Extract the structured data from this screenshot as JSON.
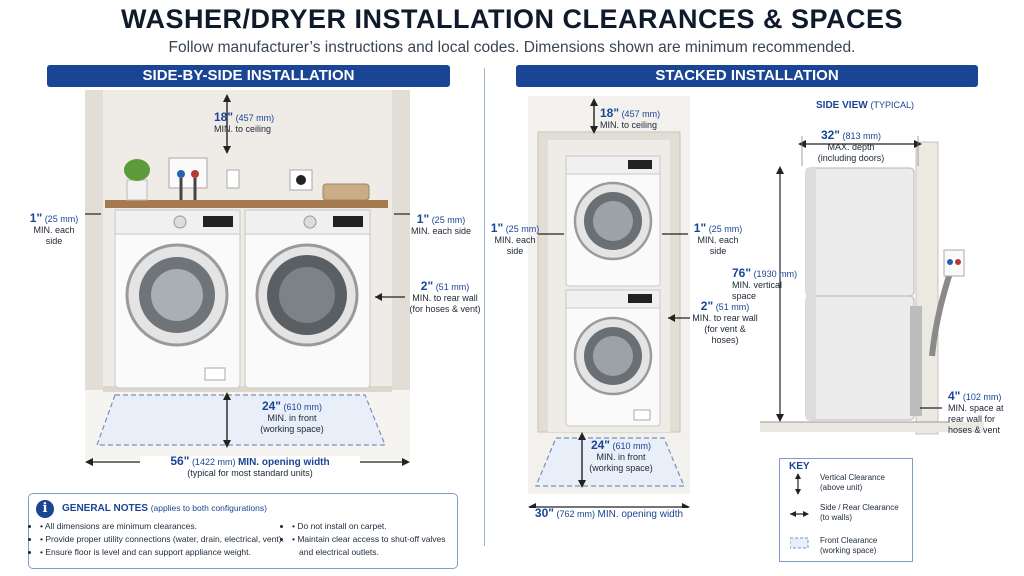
{
  "header": {
    "title": "WASHER/DRYER INSTALLATION CLEARANCES & SPACES",
    "subtitle": "Follow manufacturer’s instructions and local codes. Dimensions shown are minimum recommended."
  },
  "side_by_side": {
    "banner": "SIDE-BY-SIDE INSTALLATION",
    "ceiling": {
      "value": "18\"",
      "mm": "(457 mm)",
      "label": "MIN. to ceiling"
    },
    "left_side": {
      "value": "1\"",
      "mm": "(25 mm)",
      "label": "MIN. each side"
    },
    "right_side": {
      "value": "1\"",
      "mm": "(25 mm)",
      "label": "MIN. each side"
    },
    "rear": {
      "value": "2\"",
      "mm": "(51 mm)",
      "label1": "MIN. to rear wall",
      "label2": "(for hoses & vent)"
    },
    "front": {
      "value": "24\"",
      "mm": "(610 mm)",
      "label1": "MIN. in front",
      "label2": "(working space)"
    },
    "opening": {
      "value": "56\"",
      "mm": "(1422 mm)",
      "label": "MIN. opening width",
      "note": "(typical for most standard units)"
    }
  },
  "stacked": {
    "banner": "STACKED INSTALLATION",
    "ceiling": {
      "value": "18\"",
      "mm": "(457 mm)",
      "label": "MIN. to ceiling"
    },
    "left_side": {
      "value": "1\"",
      "mm": "(25 mm)",
      "label": "MIN. each side"
    },
    "right_side": {
      "value": "1\"",
      "mm": "(25 mm)",
      "label": "MIN. each side"
    },
    "rear": {
      "value": "2\"",
      "mm": "(51 mm)",
      "label1": "MIN. to rear wall",
      "label2": "(for vent & hoses)"
    },
    "front": {
      "value": "24\"",
      "mm": "(610 mm)",
      "label1": "MIN. in front",
      "label2": "(working space)"
    },
    "opening": {
      "value": "30\"",
      "mm": "(762 mm)",
      "label": "MIN. opening width"
    }
  },
  "side_view": {
    "label": "SIDE VIEW",
    "sub": "(TYPICAL)",
    "depth": {
      "value": "32\"",
      "mm": "(813 mm)",
      "label1": "MAX. depth",
      "label2": "(including doors)"
    },
    "vertical": {
      "value": "76\"",
      "mm": "(1930 mm)",
      "label1": "MIN. vertical",
      "label2": "space"
    },
    "rear": {
      "value": "4\"",
      "mm": "(102 mm)",
      "label1": "MIN. space at",
      "label2": "rear wall for",
      "label3": "hoses & vent"
    }
  },
  "key": {
    "title": "KEY",
    "vertical1": "Vertical Clearance",
    "vertical2": "(above unit)",
    "side1": "Side / Rear Clearance",
    "side2": "(to walls)",
    "front1": "Front Clearance",
    "front2": "(working space)"
  },
  "notes": {
    "icon": "i",
    "title": "GENERAL NOTES",
    "title_sub": "(applies to both configurations)",
    "left": [
      "All dimensions are minimum clearances.",
      "Provide proper utility connections (water, drain, electrical, vent).",
      "Ensure floor is level and can support appliance weight."
    ],
    "right": [
      "Do not install on carpet.",
      "Maintain clear access to shut-off valves",
      "and electrical outlets."
    ]
  },
  "colors": {
    "accent": "#1a4494",
    "wall": "#eeeae4",
    "appliance": "#f7f7f7"
  }
}
